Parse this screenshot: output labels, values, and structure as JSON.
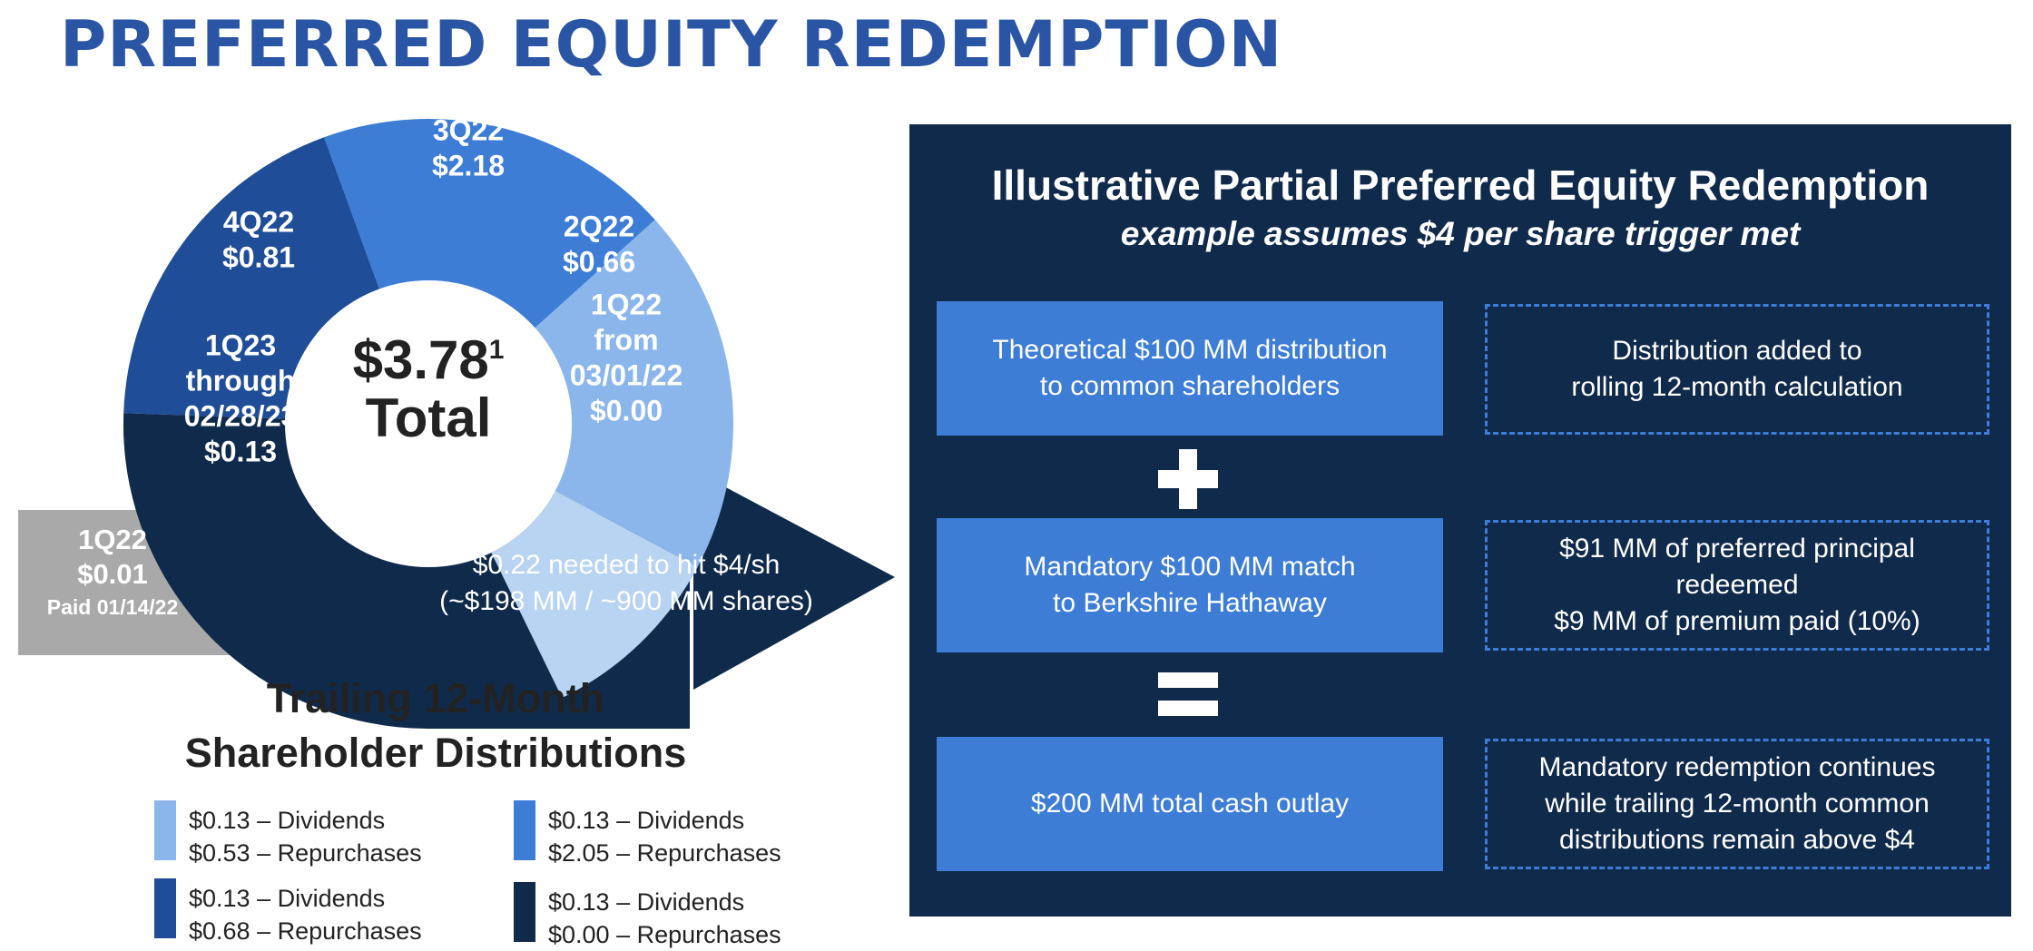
{
  "title": "PREFERRED EQUITY REDEMPTION",
  "colors": {
    "title": "#2a55a5",
    "panel_bg": "#102a4c",
    "box_blue": "#3d7dd6",
    "seg_1q22_from": "#b9d3f2",
    "seg_2q22": "#8bb6ec",
    "seg_3q22": "#3d7dd6",
    "seg_4q22": "#1f4d98",
    "seg_1q23": "#102a4c",
    "gray_tab": "#a9a9a9"
  },
  "chart_data": {
    "type": "pie",
    "center_label": {
      "value": "$3.78",
      "superscript": "1",
      "label": "Total"
    },
    "segments": [
      {
        "period": "1Q22 from 03/01/22",
        "lines": [
          "1Q22",
          "from",
          "03/01/22",
          "$0.00"
        ],
        "value": 0.0,
        "color": "#b9d3f2",
        "sweep_deg": 36
      },
      {
        "period": "2Q22",
        "lines": [
          "2Q22",
          "$0.66"
        ],
        "value": 0.66,
        "color": "#8bb6ec",
        "sweep_deg": 70
      },
      {
        "period": "3Q22",
        "lines": [
          "3Q22",
          "$2.18"
        ],
        "value": 2.18,
        "color": "#3d7dd6",
        "sweep_deg": 68
      },
      {
        "period": "4Q22",
        "lines": [
          "4Q22",
          "$0.81"
        ],
        "value": 0.81,
        "color": "#1f4d98",
        "sweep_deg": 68
      },
      {
        "period": "1Q23 through 02/28/23",
        "lines": [
          "1Q23",
          "through",
          "02/28/23",
          "$0.13"
        ],
        "value": 0.13,
        "color": "#102a4c",
        "sweep_deg": 48
      }
    ],
    "excluded_segment": {
      "lines": [
        "1Q22",
        "$0.01",
        "Paid 01/14/22"
      ],
      "value": 0.01,
      "color": "#a9a9a9"
    },
    "arrow_text": [
      "$0.22 needed to hit $4/sh",
      "(~$198 MM / ~900 MM shares)"
    ],
    "caption": [
      "Trailing 12-Month",
      "Shareholder Distributions"
    ],
    "legend": [
      {
        "color": "#8bb6ec",
        "lines": [
          "$0.13 – Dividends",
          "$0.53 – Repurchases"
        ]
      },
      {
        "color": "#3d7dd6",
        "lines": [
          "$0.13 – Dividends",
          "$2.05 – Repurchases"
        ]
      },
      {
        "color": "#1f4d98",
        "lines": [
          "$0.13 – Dividends",
          "$0.68 – Repurchases"
        ]
      },
      {
        "color": "#102a4c",
        "lines": [
          "$0.13 – Dividends",
          "$0.00 – Repurchases"
        ]
      }
    ]
  },
  "panel": {
    "title": "Illustrative Partial Preferred Equity Redemption",
    "subtitle": "example assumes $4 per share trigger met",
    "rows": [
      {
        "left": [
          "Theoretical $100 MM distribution",
          "to common shareholders"
        ],
        "right": [
          "Distribution added to",
          "rolling 12-month calculation"
        ]
      },
      {
        "left": [
          "Mandatory $100 MM match",
          "to Berkshire Hathaway"
        ],
        "right": [
          "$91 MM of preferred principal",
          "redeemed",
          "$9 MM of premium paid (10%)"
        ]
      },
      {
        "left": [
          "$200 MM total cash outlay"
        ],
        "right": [
          "Mandatory redemption continues",
          "while trailing 12-month common",
          "distributions remain above $4"
        ]
      }
    ]
  }
}
